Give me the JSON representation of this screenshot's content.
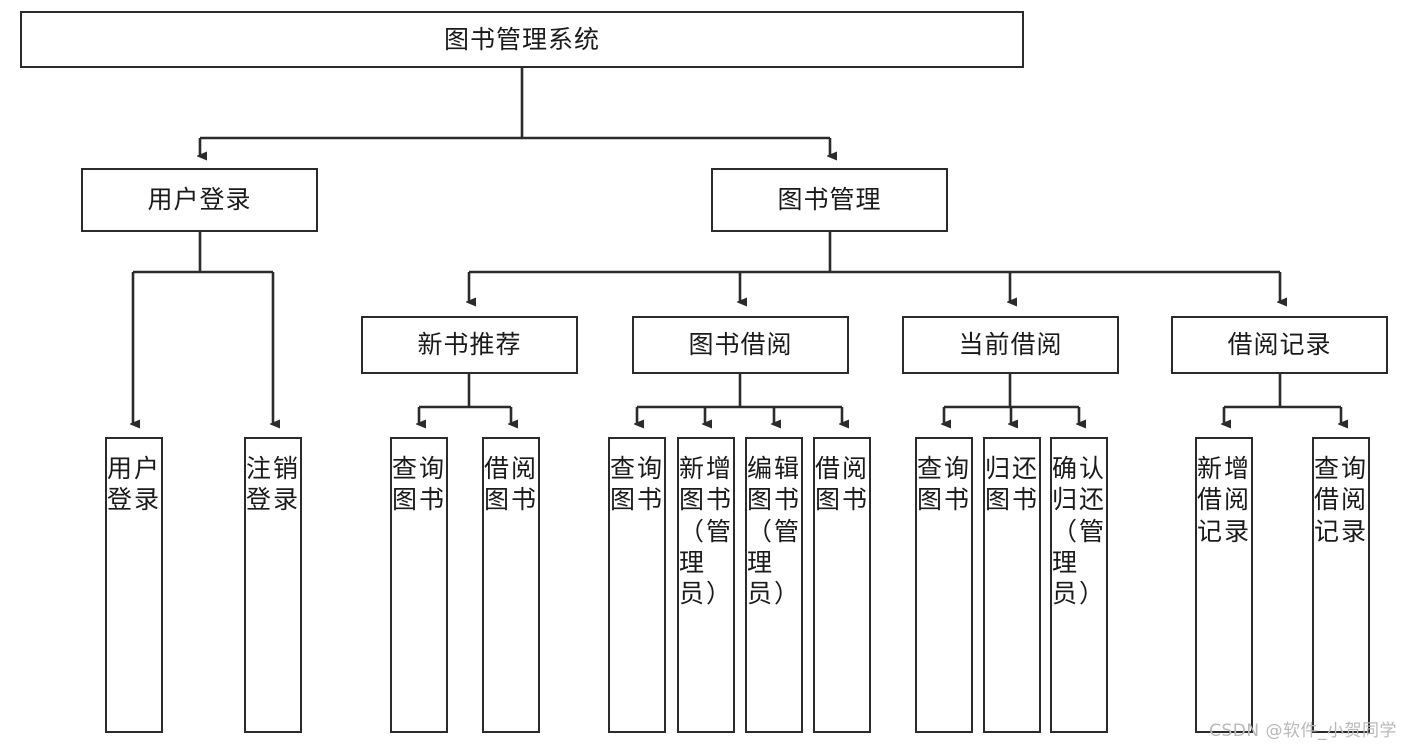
{
  "diagram": {
    "title": "图书管理系统",
    "watermark": "CSDN @软件_小贺同学",
    "line_color": "#2b2b2b",
    "box_fill": "#ffffff",
    "text_color": "#1a1a1a",
    "nodes": {
      "root": {
        "label": "图书管理系统"
      },
      "level1": [
        {
          "label": "用户登录"
        },
        {
          "label": "图书管理"
        }
      ],
      "level2": [
        {
          "label": "新书推荐"
        },
        {
          "label": "图书借阅"
        },
        {
          "label": "当前借阅"
        },
        {
          "label": "借阅记录"
        }
      ],
      "leaves": {
        "user_login": [
          {
            "label": "用户登录"
          },
          {
            "label": "注销登录"
          }
        ],
        "new_book": [
          {
            "label": "查询图书"
          },
          {
            "label": "借阅图书"
          }
        ],
        "book_borrow": [
          {
            "label": "查询图书"
          },
          {
            "label": "新增图书（管理员）"
          },
          {
            "label": "编辑图书（管理员）"
          },
          {
            "label": "借阅图书"
          }
        ],
        "current_borrow": [
          {
            "label": "查询图书"
          },
          {
            "label": "归还图书"
          },
          {
            "label": "确认归还（管理员）"
          }
        ],
        "borrow_record": [
          {
            "label": "新增借阅记录"
          },
          {
            "label": "查询借阅记录"
          }
        ]
      }
    }
  }
}
